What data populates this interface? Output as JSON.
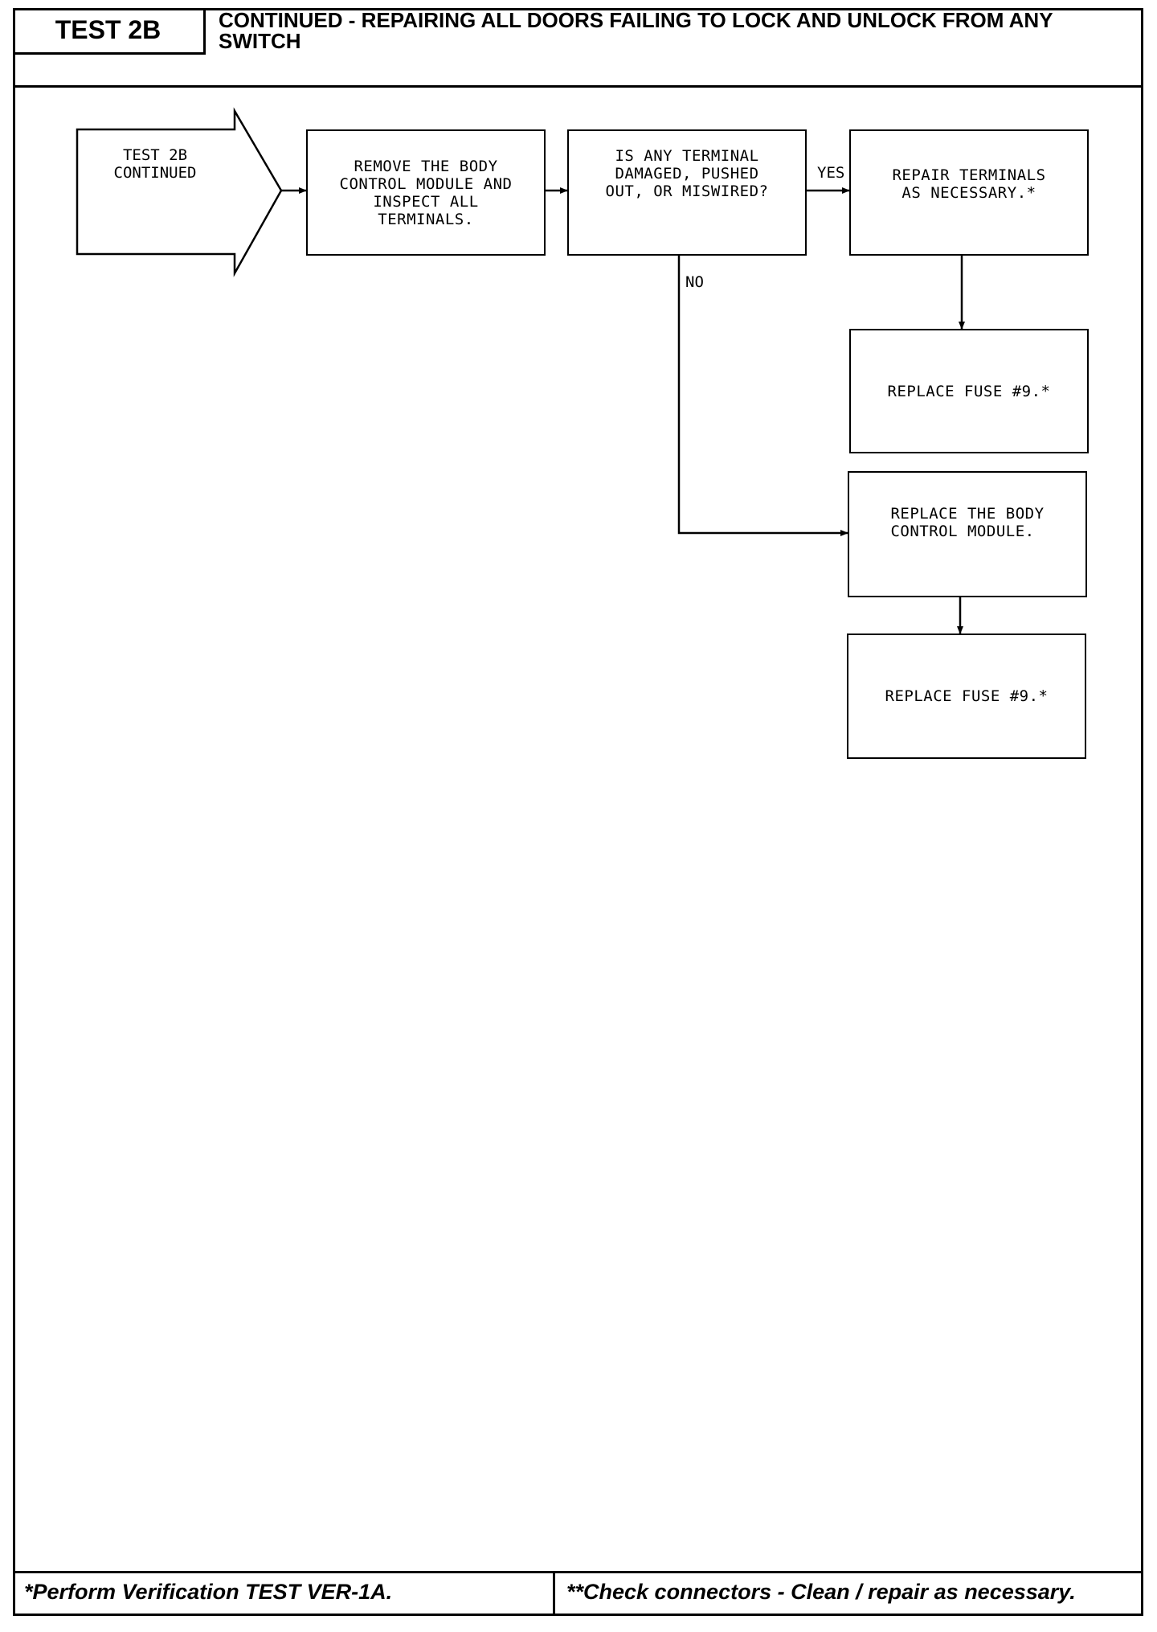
{
  "header": {
    "test_id": "TEST 2B",
    "title": "CONTINUED - REPAIRING ALL DOORS FAILING TO LOCK AND UNLOCK FROM ANY SWITCH"
  },
  "flow": {
    "start": "TEST 2B\nCONTINUED",
    "step_remove": "REMOVE THE BODY\nCONTROL MODULE AND\nINSPECT ALL\nTERMINALS.",
    "decision_terminal": "IS ANY TERMINAL\nDAMAGED, PUSHED\nOUT, OR MISWIRED?",
    "yes_label": "YES",
    "no_label": "NO",
    "step_repair_terminals": "REPAIR TERMINALS\nAS NECESSARY.*",
    "step_replace_fuse_1": "REPLACE FUSE #9.*",
    "step_replace_bcm": "REPLACE THE BODY\nCONTROL MODULE.",
    "step_replace_fuse_2": "REPLACE FUSE #9.*"
  },
  "footer": {
    "left_note": "*Perform Verification TEST VER-1A.",
    "right_note": "**Check connectors - Clean / repair as necessary."
  }
}
